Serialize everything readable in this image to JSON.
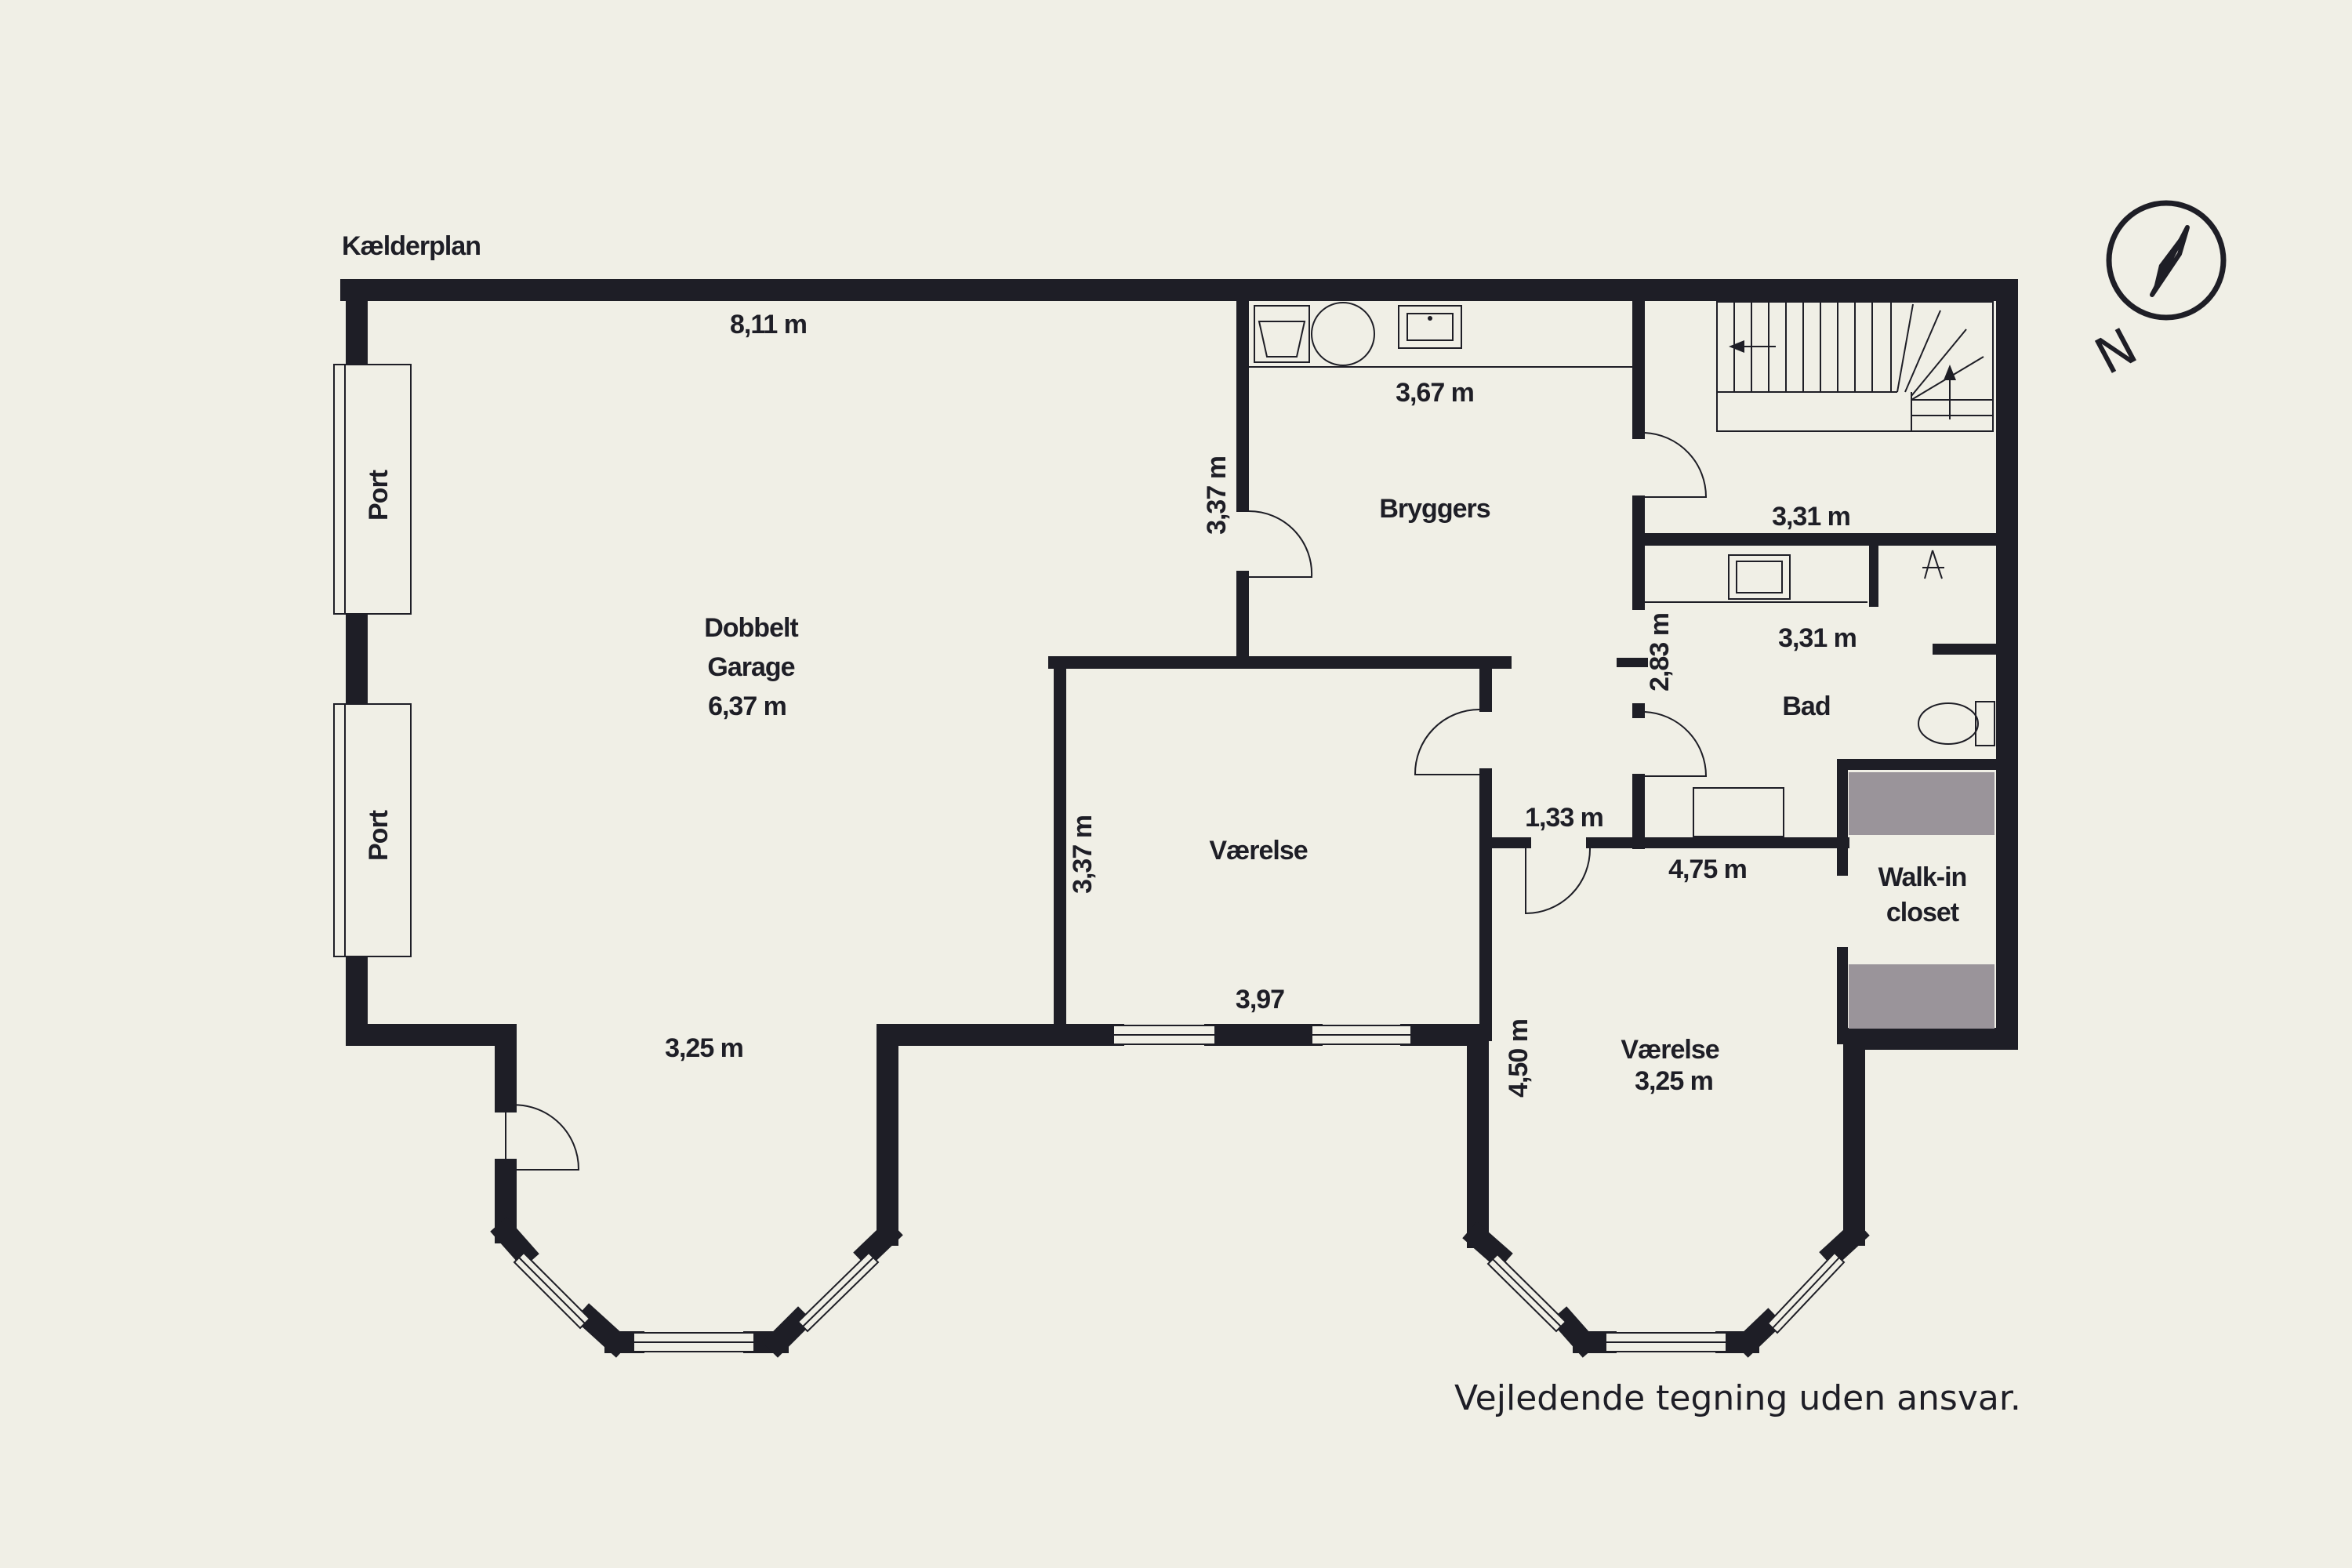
{
  "title": "Kælderplan",
  "disclaimer": "Vejledende tegning uden ansvar.",
  "compass": {
    "label": "N"
  },
  "rooms": {
    "garage": {
      "name_line1": "Dobbelt",
      "name_line2": "Garage",
      "size": "6,37 m"
    },
    "bryggers": {
      "name": "Bryggers"
    },
    "bad": {
      "name": "Bad"
    },
    "vaerelse1": {
      "name": "Værelse"
    },
    "vaerelse2": {
      "name": "Værelse",
      "size": "3,25 m"
    },
    "walkin": {
      "name_line1": "Walk-in",
      "name_line2": "closet"
    }
  },
  "ports": [
    "Port",
    "Port"
  ],
  "dimensions": {
    "garage_width": "8,11 m",
    "garage_bottom": "3,25 m",
    "bryggers_width": "3,67 m",
    "bryggers_height": "3,37 m",
    "stair_width": "3,31 m",
    "bad_width": "3,31 m",
    "bad_height": "2,83 m",
    "hall_width": "1,33 m",
    "vaerelse1_height": "3,37 m",
    "vaerelse1_width": "3,97",
    "vaerelse2_width": "4,75 m",
    "vaerelse2_height": "4,50 m"
  }
}
